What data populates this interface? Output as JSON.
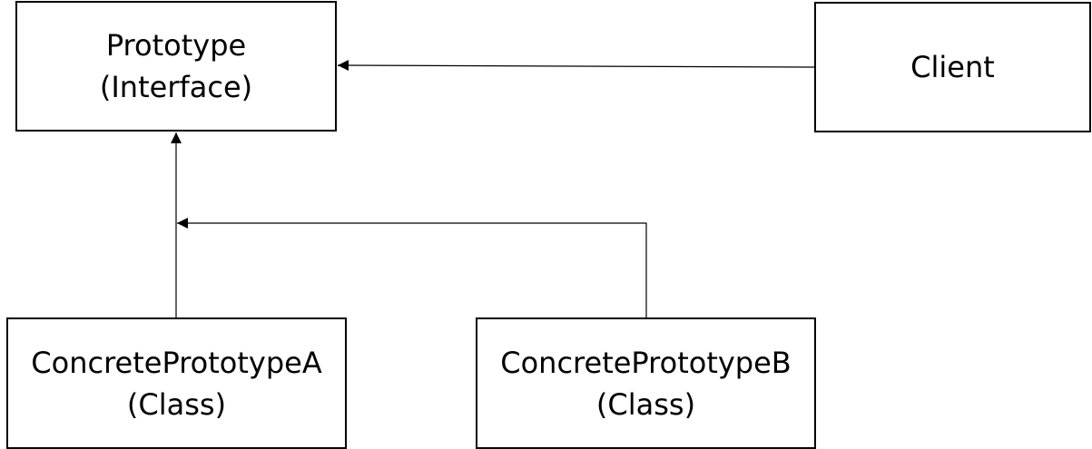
{
  "nodes": {
    "prototype": {
      "title": "Prototype",
      "subtitle": "(Interface)"
    },
    "client": {
      "title": "Client"
    },
    "concrete_a": {
      "title": "ConcretePrototypeA",
      "subtitle": "(Class)"
    },
    "concrete_b": {
      "title": "ConcretePrototypeB",
      "subtitle": "(Class)"
    }
  },
  "edges": [
    {
      "from": "client",
      "to": "prototype"
    },
    {
      "from": "concrete_a",
      "to": "prototype"
    },
    {
      "from": "concrete_b",
      "to": "prototype"
    }
  ]
}
